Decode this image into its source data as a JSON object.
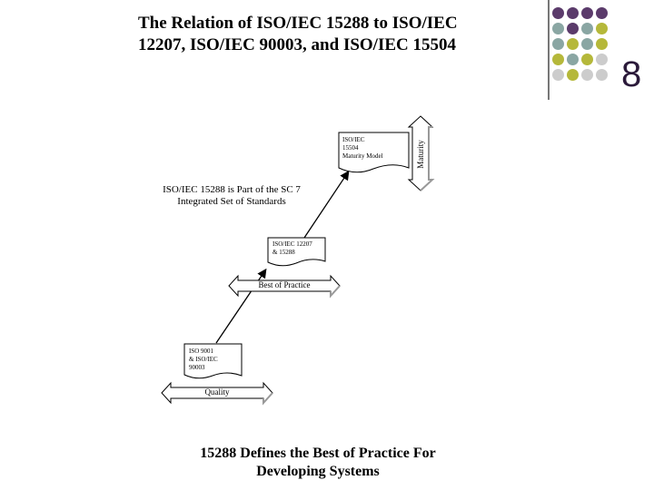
{
  "slide": {
    "title_line1": "The Relation of ISO/IEC 15288 to ISO/IEC",
    "title_line2": "12207, ISO/IEC 90003, and ISO/IEC 15504",
    "page_number": "8",
    "footer_line1": "15288 Defines the Best of Practice For",
    "footer_line2": "Developing Systems"
  },
  "decor": {
    "dot_colors": [
      "#5b3b6b",
      "#8aa6a3",
      "#b5b83a",
      "#cccccc"
    ]
  },
  "diagram": {
    "sc7_label_line1": "ISO/IEC 15288 is Part of the SC 7",
    "sc7_label_line2": "Integrated Set of Standards",
    "doc_maturity": {
      "line1": "ISO/IEC",
      "line2": "15504",
      "line3": "Maturity Model"
    },
    "doc_practice": {
      "line1": "ISO/IEC 12207",
      "line2": "& 15288"
    },
    "doc_quality": {
      "line1": "ISO 9001",
      "line2": "& ISO/IEC",
      "line3": "90003"
    },
    "arrow_maturity": "Maturity",
    "arrow_practice": "Best of Practice",
    "arrow_quality": "Quality"
  }
}
